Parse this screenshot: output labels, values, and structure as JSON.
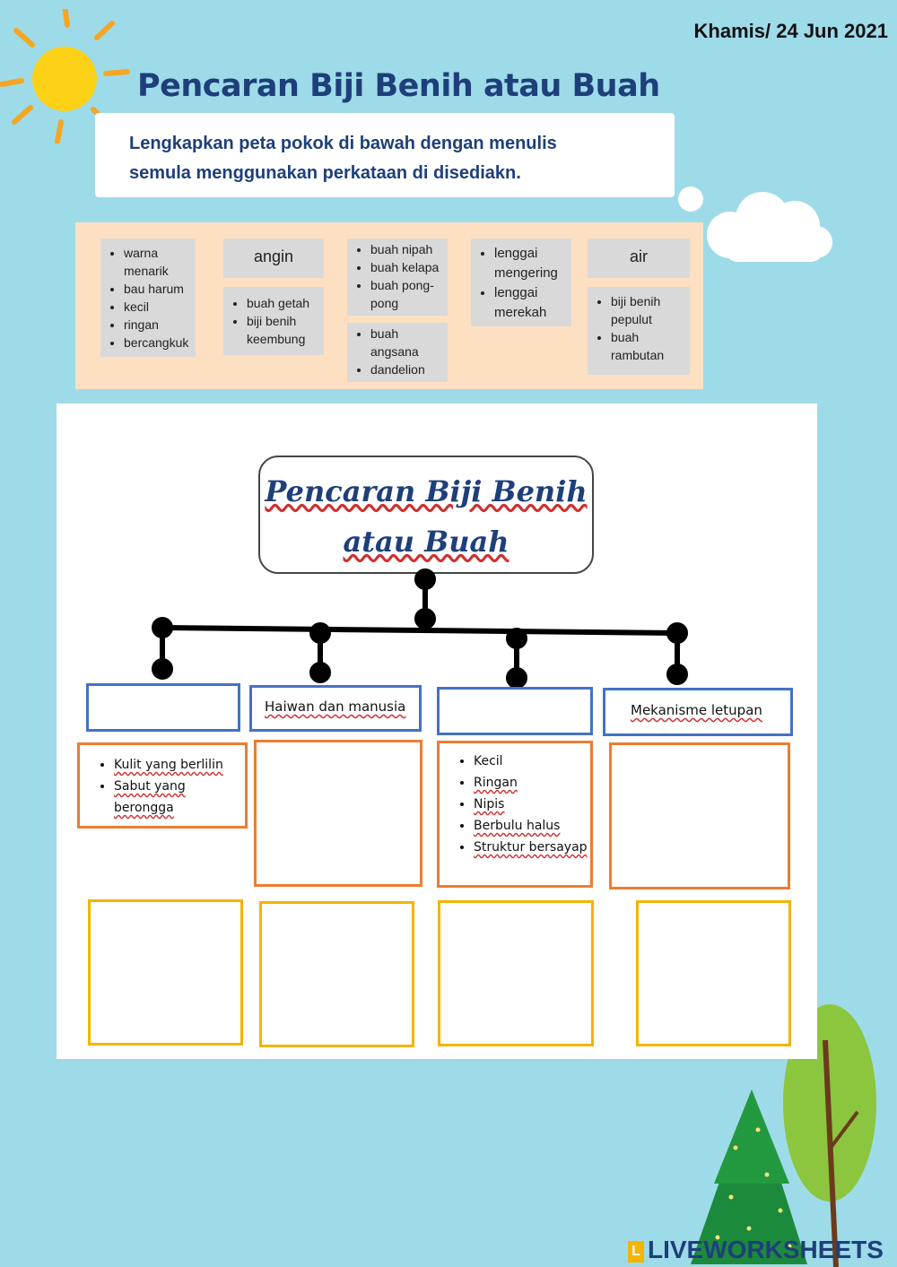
{
  "header": {
    "date": "Khamis/ 24 Jun 2021",
    "title": "Pencaran Biji Benih atau Buah",
    "instruction_line1": "Lengkapkan peta pokok di  bawah dengan menulis",
    "instruction_line2": "semula  menggunakan perkataan  di disediakn."
  },
  "word_bank": {
    "box1": [
      "warna menarik",
      "bau harum",
      "kecil",
      "ringan",
      "bercangkuk"
    ],
    "angin": "angin",
    "box2": [
      "buah getah",
      "biji benih keembung"
    ],
    "box3": [
      "buah nipah",
      "buah kelapa",
      "buah pong-pong"
    ],
    "box4": [
      "buah angsana",
      "dandelion"
    ],
    "box5": [
      "lenggai mengering",
      "lenggai merekah"
    ],
    "air": "air",
    "box6": [
      "biji benih pepulut",
      "buah rambutan"
    ]
  },
  "map": {
    "root_line1": "Pencaran Biji Benih",
    "root_line2": "atau Buah",
    "agent2": "Haiwan dan manusia",
    "agent4": "Mekanisme letupan",
    "traits1": [
      "Kulit yang berlilin",
      "Sabut yang berongga"
    ],
    "traits3": [
      "Kecil",
      "Ringan",
      "Nipis",
      "Berbulu halus",
      "Struktur bersayap"
    ]
  },
  "footer": {
    "logo_prefix": "L",
    "logo_text": "LIVEWORKSHEETS"
  },
  "colors": {
    "background": "#9edbe9",
    "title": "#1e3f7a",
    "panel": "#fde0c2",
    "blue_border": "#4472c4",
    "orange_border": "#ed7d31",
    "yellow_border": "#f4b400"
  }
}
